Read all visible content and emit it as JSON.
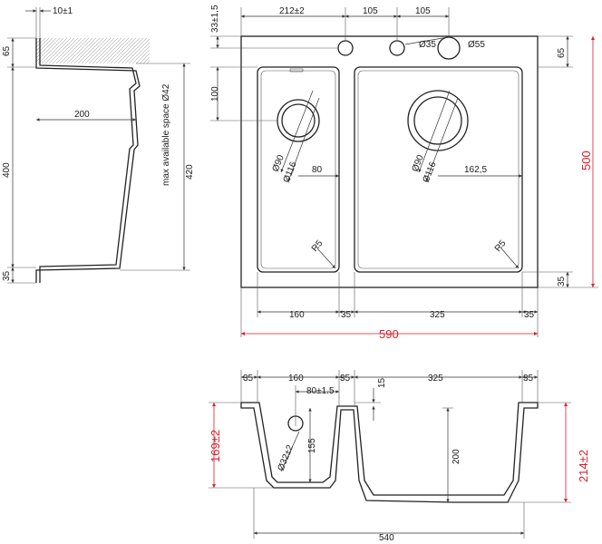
{
  "side_view": {
    "top_tolerance": "10±1",
    "dim_65": "65",
    "dim_400": "400",
    "dim_35": "35",
    "dim_200": "200",
    "dim_420": "420",
    "note": "max available space Ø42"
  },
  "top_view": {
    "dim_33": "33±1,5",
    "dim_212": "212±2",
    "dim_105a": "105",
    "dim_105b": "105",
    "dim_d35": "Ø35",
    "dim_d55": "Ø55",
    "dim_65": "65",
    "dim_100": "100",
    "small_d90": "Ø90",
    "small_d116": "Ø116",
    "small_80": "80",
    "large_d90": "Ø90",
    "large_d116": "Ø116",
    "large_162": "162,5",
    "dim_500": "500",
    "r5_left": "R5",
    "r5_right": "R5",
    "dim_35_right": "35",
    "bottom_160": "160",
    "bottom_35a": "35",
    "bottom_325": "325",
    "bottom_35b": "35",
    "overall_590": "590"
  },
  "section_view": {
    "top_35a": "35",
    "top_160": "160",
    "top_35b": "35",
    "top_325": "325",
    "top_35c": "35",
    "dim_80": "80±1.5",
    "dim_15": "15",
    "dim_169": "169±2",
    "dim_155": "155",
    "dim_d32": "Ø32±2",
    "dim_200": "200",
    "dim_214": "214±2",
    "dim_540": "540"
  },
  "colors": {
    "accent": "#d4202a",
    "line": "#222222"
  }
}
